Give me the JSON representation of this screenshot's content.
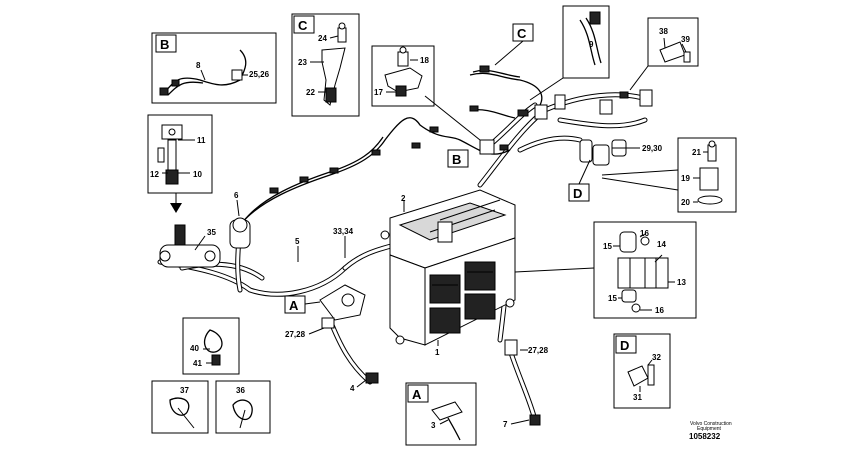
{
  "diagram": {
    "box_letters": [
      "A",
      "B",
      "C",
      "D"
    ],
    "callouts": {
      "c1": "1",
      "c2": "2",
      "c3": "3",
      "c4": "4",
      "c5": "5",
      "c6": "6",
      "c7": "7",
      "c8": "8",
      "c9": "9",
      "c10": "10",
      "c11": "11",
      "c12": "12",
      "c13": "13",
      "c14": "14",
      "c15a": "15",
      "c15b": "15",
      "c16a": "16",
      "c16b": "16",
      "c17": "17",
      "c18": "18",
      "c19": "19",
      "c20": "20",
      "c21": "21",
      "c22": "22",
      "c23": "23",
      "c24": "24",
      "c25_26": "25,26",
      "c27_28a": "27,28",
      "c27_28b": "27,28",
      "c29_30": "29,30",
      "c31": "31",
      "c32": "32",
      "c33_34": "33,34",
      "c35": "35",
      "c36": "36",
      "c37": "37",
      "c38": "38",
      "c39": "39",
      "c40": "40",
      "c41": "41"
    }
  },
  "footer": {
    "line1": "Volvo Construction",
    "line2": "Equipment",
    "doc_number": "1058232"
  }
}
